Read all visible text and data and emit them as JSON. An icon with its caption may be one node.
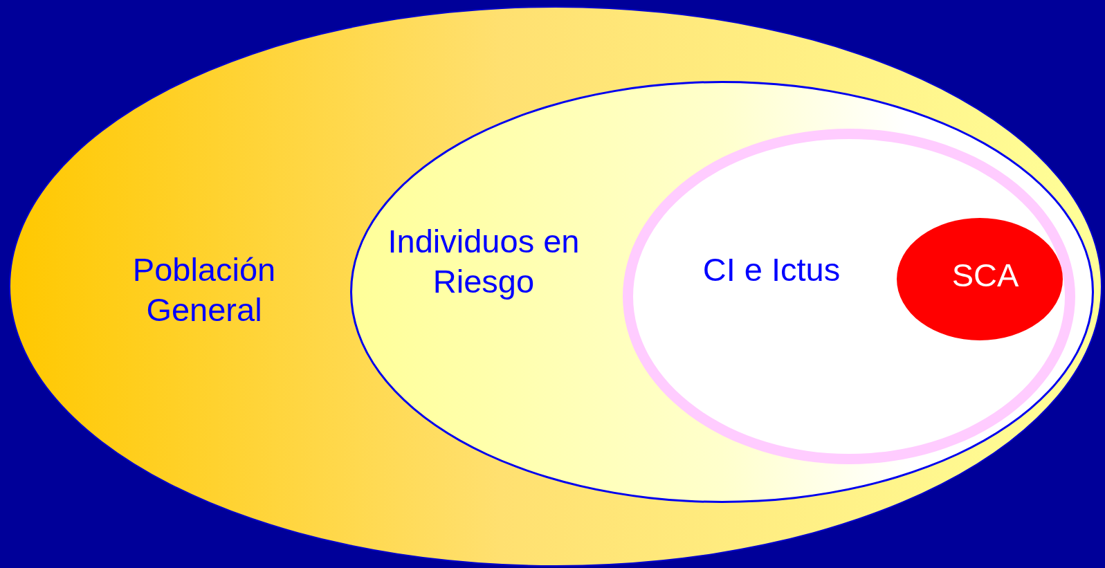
{
  "diagram": {
    "nodes": [
      {
        "text": [
          "Población General"
        ]
      },
      {
        "text": [
          "Individuos en Riesgo"
        ],
        "in": 0
      },
      {
        "text": [
          "CI e Ictus"
        ],
        "in": 1
      },
      {
        "text": [
          "SCA"
        ],
        "in": 2
      }
    ]
  }
}
